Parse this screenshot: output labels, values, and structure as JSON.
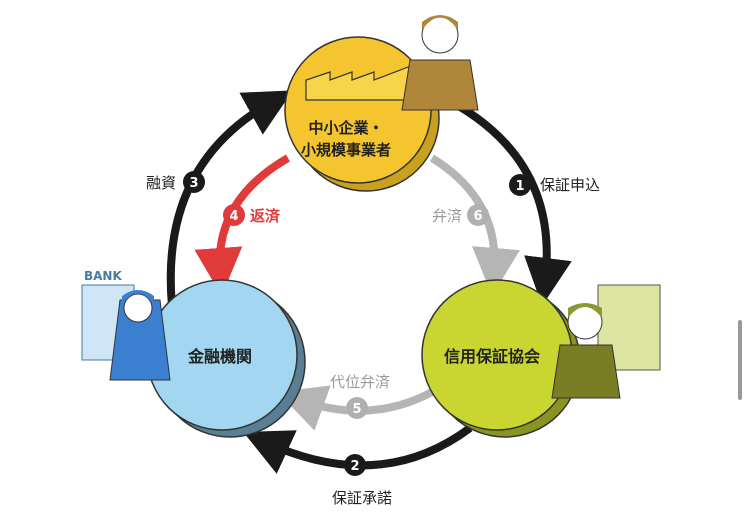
{
  "nodes": {
    "sme": {
      "line1": "中小企業・",
      "line2": "小規模事業者",
      "color": "#f5c530"
    },
    "bank": {
      "label": "金融機関",
      "sign": "BANK",
      "color": "#a3d6f0"
    },
    "guarantee": {
      "label": "信用保証協会",
      "color": "#c9d632"
    }
  },
  "flows": [
    {
      "num": "1",
      "label": "保証申込"
    },
    {
      "num": "2",
      "label": "保証承諾"
    },
    {
      "num": "3",
      "label": "融資"
    },
    {
      "num": "4",
      "label": "返済",
      "color": "#e03a3a"
    },
    {
      "num": "5",
      "label": "代位弁済",
      "color": "#b0b0b0"
    },
    {
      "num": "6",
      "label": "弁済",
      "color": "#b0b0b0"
    }
  ]
}
